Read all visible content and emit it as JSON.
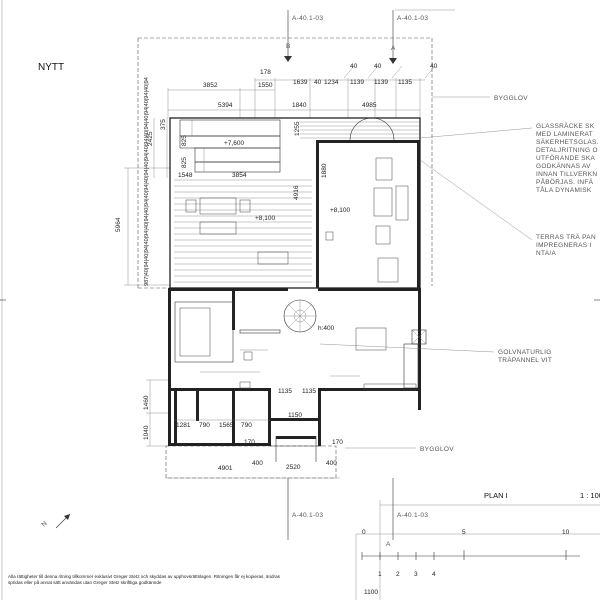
{
  "title": "NYTT",
  "section_marks": {
    "top_left": "A-40.1-03",
    "top_right": "A-40.1-03",
    "bottom_left": "A-40.1-03",
    "bottom_right": "A-40.1-03",
    "letter_b": "B",
    "letter_a": "A"
  },
  "top_dims": {
    "row1": [
      "178",
      "1639",
      "40",
      "1234",
      "40",
      "1139",
      "40",
      "1139",
      "1135",
      "40"
    ],
    "row2": [
      "3852",
      "1550"
    ],
    "row3": [
      "5394",
      "1840",
      "4985"
    ]
  },
  "left_dims": {
    "d2425": "2425",
    "d375": "375",
    "d825a": "825",
    "d825b": "825",
    "d1255": "1255",
    "d5964": "5964",
    "stack": "987|40|94|40|94|40|94|40|94|40|94|40|94|40|94|40|94|40|94|40|94|40|94|40|94|40|94",
    "d1460": "1460",
    "d1040": "1040"
  },
  "inner_dims": {
    "d1548": "1548",
    "d3854": "3854",
    "d4916": "4916",
    "d1880": "1880",
    "level_upper": "+7,600",
    "level_left": "+8,100",
    "level_right": "+8,100",
    "d1135a": "1135",
    "d1135b": "1135",
    "d1150": "1150",
    "d1281": "1281",
    "d790a": "790",
    "d1565": "1565",
    "d790b": "790",
    "d170a": "170",
    "d170b": "170",
    "d4901": "4901",
    "d400a": "400",
    "d2520": "2520",
    "d400b": "400",
    "h400": "h:400"
  },
  "annotations": {
    "bygglov_top": "BYGGLOV",
    "bygglov_bottom": "BYGGLOV",
    "glass": [
      "GLASSRÄCKE SK",
      "MED LAMINERAT",
      "SÄKERHETSGLAS.",
      "DETALJRITNING O",
      "UTFÖRANDE SKA",
      "GODKÄNNAS AV",
      "INNAN TILLVERKN",
      "PÅBÖRJAS. INFÄ",
      "TÅLA DYNAMISK"
    ],
    "terras": [
      "TERRAS TRÄ PAN",
      "IMPREGNERAS I",
      "NTA/A"
    ],
    "golv": [
      "GOLVNATURLIG",
      "TRÄPANNEL VIT"
    ]
  },
  "title_block": {
    "plan": "PLAN I",
    "scale": "1 : 100",
    "scale_label": "1100",
    "ticks": [
      "0",
      "1",
      "2",
      "3",
      "4",
      "5",
      "10"
    ],
    "scale_letter": "A"
  },
  "north": "N",
  "footer": [
    "Alla rättigheter till denna ritning tillkommer exklusivt Greger Stetz och skyddas av upphovsrättslagen. Ritningen får ej kopieras, ändras",
    "spridas eller på annat sätt användas utan Greger Stetz skriftliga godkännde"
  ]
}
